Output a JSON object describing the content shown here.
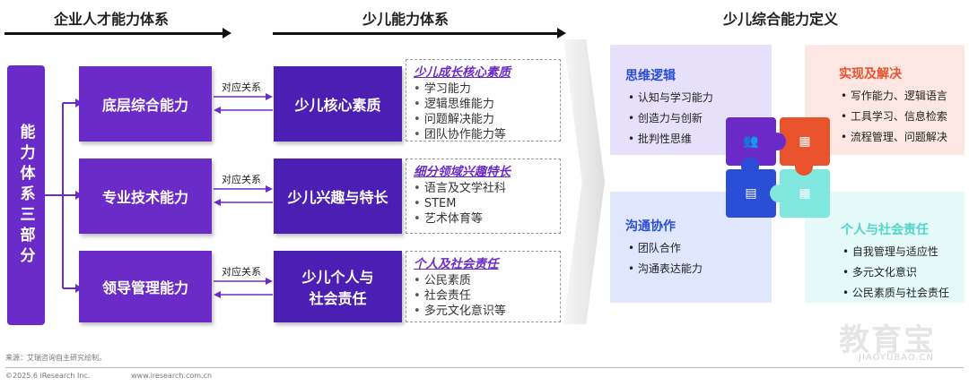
{
  "headers": {
    "enterprise": "企业人才能力体系",
    "children": "少儿能力体系",
    "definition": "少儿综合能力定义"
  },
  "vertical_label": "能力体系三部分",
  "rows": [
    {
      "left": "底层综合能力",
      "relation": "对应关系",
      "right": "少儿核心素质",
      "detail_title": "少儿成长核心素质",
      "detail_items": [
        "学习能力",
        "逻辑思维能力",
        "问题解决能力",
        "团队协作能力等"
      ]
    },
    {
      "left": "专业技术能力",
      "relation": "对应关系",
      "right": "少儿兴趣与特长",
      "detail_title": "细分领域兴趣特长",
      "detail_items": [
        "语言及文学社科",
        "STEM",
        "艺术体育等"
      ]
    },
    {
      "left": "领导管理能力",
      "relation": "对应关系",
      "right_line1": "少儿个人与",
      "right_line2": "社会责任",
      "detail_title": "个人及社会责任",
      "detail_items": [
        "公民素质",
        "社会责任",
        "多元文化意识等"
      ]
    }
  ],
  "cards": {
    "logic": {
      "title": "思维逻辑",
      "items": [
        "认知与学习能力",
        "创造力与创新",
        "批判性思维"
      ]
    },
    "realize": {
      "title": "实现及解决",
      "items": [
        "写作能力、逻辑语言",
        "工具学习、信息检索",
        "流程管理、问题解决"
      ]
    },
    "communicate": {
      "title": "沟通协作",
      "items": [
        "团队合作",
        "沟通表达能力"
      ]
    },
    "social": {
      "title": "个人与社会责任",
      "items": [
        "自我管理与适应性",
        "多元文化意识",
        "公民素质与社会责任"
      ]
    }
  },
  "icons": {
    "purple": "people-icon",
    "red": "building-icon",
    "blue": "document-icon",
    "teal": "car-icon"
  },
  "colors": {
    "purple": "#6a2bc9",
    "red": "#e8532e",
    "blue": "#2a4fd6",
    "teal": "#7fe7de"
  },
  "footer": {
    "source": "来源：艾瑞咨询自主研究绘制。",
    "copyright": "©2025.6 iResearch Inc.                  www.iresearch.com.cn"
  },
  "watermark": {
    "cn": "教育宝",
    "en": "JIAOYUBAO.CN"
  }
}
